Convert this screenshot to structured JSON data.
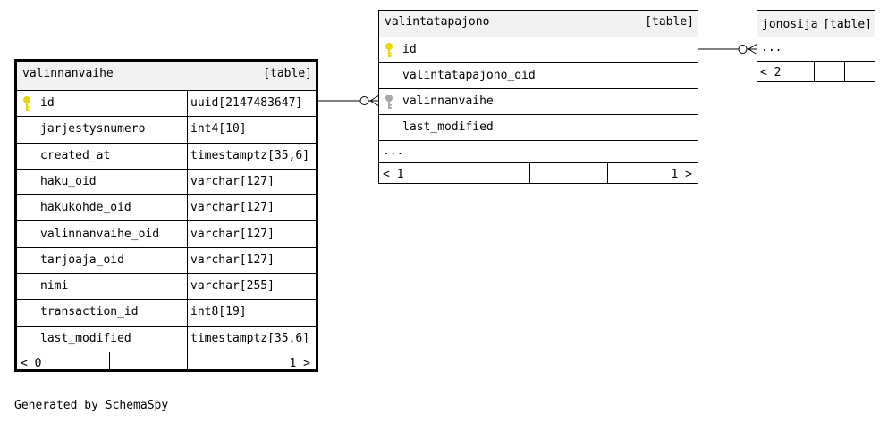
{
  "tables": {
    "valinnanvaihe": {
      "name": "valinnanvaihe",
      "tag": "[table]",
      "columns": [
        {
          "name": "id",
          "type": "uuid[2147483647]",
          "key": "primary"
        },
        {
          "name": "jarjestysnumero",
          "type": "int4[10]"
        },
        {
          "name": "created_at",
          "type": "timestamptz[35,6]"
        },
        {
          "name": "haku_oid",
          "type": "varchar[127]"
        },
        {
          "name": "hakukohde_oid",
          "type": "varchar[127]"
        },
        {
          "name": "valinnanvaihe_oid",
          "type": "varchar[127]"
        },
        {
          "name": "tarjoaja_oid",
          "type": "varchar[127]"
        },
        {
          "name": "nimi",
          "type": "varchar[255]"
        },
        {
          "name": "transaction_id",
          "type": "int8[19]"
        },
        {
          "name": "last_modified",
          "type": "timestamptz[35,6]"
        }
      ],
      "footer": {
        "parents": "< 0",
        "children": "1 >"
      }
    },
    "valintatapajono": {
      "name": "valintatapajono",
      "tag": "[table]",
      "columns": [
        {
          "name": "id",
          "key": "primary"
        },
        {
          "name": "valintatapajono_oid"
        },
        {
          "name": "valinnanvaihe",
          "key": "foreign"
        },
        {
          "name": "last_modified"
        }
      ],
      "ellipsis": "...",
      "footer": {
        "parents": "< 1",
        "children": "1 >"
      }
    },
    "jonosija": {
      "name": "jonosija",
      "tag": "[table]",
      "ellipsis": "...",
      "footer": {
        "parents": "< 2"
      }
    }
  },
  "colors": {
    "primary_key": "#e8d800",
    "foreign_key": "#a8a8a8",
    "header_bg": "#f2f2f2"
  },
  "generated_by": "Generated by SchemaSpy"
}
